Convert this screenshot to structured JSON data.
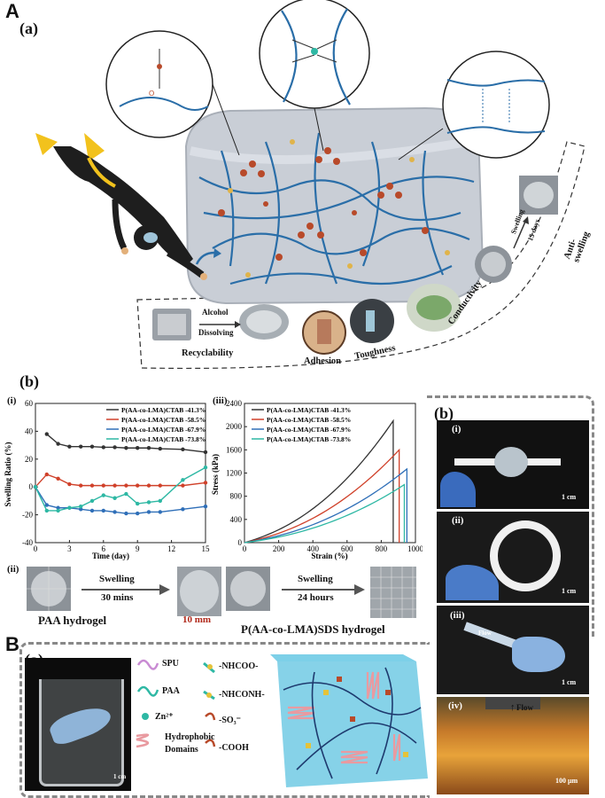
{
  "panel_A": {
    "letter": "A",
    "sub": "(a)",
    "features": {
      "recyclability": "Recyclability",
      "alcohol": "Alcohol",
      "dissolving": "Dissolving",
      "adhesion": "Adhesion",
      "toughness": "Toughness",
      "conductivity": "Conductivity",
      "swelling": "Swelling",
      "days": "15 days",
      "anti_swelling": "Anti-swelling"
    }
  },
  "panel_A_b": {
    "sub": "(b)",
    "swelling_chart": {
      "roman": "(i)",
      "chart_data": {
        "type": "line",
        "xlabel": "Time (day)",
        "ylabel": "Swelling Ratio (%)",
        "xlim": [
          0,
          15
        ],
        "ylim": [
          -40,
          60
        ],
        "xticks": [
          "0",
          "3",
          "6",
          "9",
          "12",
          "15"
        ],
        "yticks": [
          "-40",
          "-20",
          "0",
          "20",
          "40",
          "60"
        ],
        "legend_position": "top-right",
        "series": [
          {
            "name": "P(AA-co-LMA)CTAB -41.3%",
            "color": "#333333",
            "x": [
              1,
              2,
              3,
              4,
              5,
              6,
              7,
              8,
              9,
              10,
              11,
              13,
              15
            ],
            "y": [
              38,
              31,
              29,
              29,
              29,
              28.5,
              28.5,
              28,
              28,
              28,
              27.5,
              27,
              25
            ]
          },
          {
            "name": "P(AA-co-LMA)CTAB -58.5%",
            "color": "#d0412a",
            "x": [
              0,
              1,
              2,
              3,
              4,
              5,
              6,
              7,
              8,
              9,
              10,
              11,
              13,
              15
            ],
            "y": [
              0,
              9,
              6,
              2,
              1,
              1,
              1,
              1,
              1,
              1,
              1,
              1,
              1,
              3
            ]
          },
          {
            "name": "P(AA-co-LMA)CTAB -67.9%",
            "color": "#2f6fb8",
            "x": [
              0,
              1,
              2,
              3,
              4,
              5,
              6,
              7,
              8,
              9,
              10,
              11,
              13,
              15
            ],
            "y": [
              0,
              -13,
              -15,
              -15,
              -16,
              -17,
              -17,
              -18,
              -19,
              -19,
              -18,
              -18,
              -16,
              -14
            ]
          },
          {
            "name": "P(AA-co-LMA)CTAB -73.8%",
            "color": "#2eb8a4",
            "x": [
              0,
              1,
              2,
              3,
              4,
              5,
              6,
              7,
              8,
              9,
              10,
              11,
              13,
              15
            ],
            "y": [
              0,
              -17,
              -17,
              -15,
              -14,
              -10,
              -6,
              -8,
              -5,
              -12,
              -11,
              -10,
              5,
              14
            ]
          }
        ]
      }
    },
    "stress_chart": {
      "roman": "(iii)",
      "chart_data": {
        "type": "line",
        "xlabel": "Strain (%)",
        "ylabel": "Stress (kPa)",
        "xlim": [
          0,
          1000
        ],
        "ylim": [
          0,
          2400
        ],
        "xticks": [
          "0",
          "200",
          "400",
          "600",
          "800",
          "1000"
        ],
        "yticks": [
          "0",
          "400",
          "800",
          "1200",
          "1600",
          "2000",
          "2400"
        ],
        "legend_position": "top-left",
        "series": [
          {
            "name": "P(AA-co-LMA)CTAB -41.3%",
            "color": "#333333",
            "break_x": 870,
            "peak": 2100
          },
          {
            "name": "P(AA-co-LMA)CTAB -58.5%",
            "color": "#d0412a",
            "break_x": 905,
            "peak": 1600
          },
          {
            "name": "P(AA-co-LMA)CTAB -67.9%",
            "color": "#2f6fb8",
            "break_x": 950,
            "peak": 1270
          },
          {
            "name": "P(AA-co-LMA)CTAB -73.8%",
            "color": "#2eb8a4",
            "break_x": 935,
            "peak": 1000
          }
        ]
      }
    },
    "row_ii": {
      "roman": "(ii)",
      "arrow1_top": "Swelling",
      "arrow1_bottom": "30 mins",
      "arrow2_top": "Swelling",
      "arrow2_bottom": "24 hours",
      "label_left": "PAA hydrogel",
      "scale": "10 mm",
      "label_right": "P(AA-co-LMA)SDS hydrogel"
    }
  },
  "panel_right_b": {
    "sub": "(b)",
    "photos": [
      {
        "roman": "(i)",
        "scale": "1 cm"
      },
      {
        "roman": "(ii)",
        "scale": "1 cm"
      },
      {
        "roman": "(iii)",
        "scale": "1 cm",
        "flow": "Flow"
      },
      {
        "roman": "(iv)",
        "scale": "100 μm",
        "flow": "Flow"
      }
    ]
  },
  "panel_B": {
    "letter": "B",
    "sub": "(a)",
    "beaker_scale": "1 cm",
    "legend": {
      "spu": "SPU",
      "paa": "PAA",
      "zn": "Zn²⁺",
      "hydrophobic_1": "Hydrophobic",
      "hydrophobic_2": "Domains",
      "nhcoo": "-NHCOO-",
      "nhconh": "-NHCONH-",
      "so3": "-SO₃⁻",
      "cooh": "-COOH"
    }
  },
  "colors": {
    "black_series": "#333333",
    "red_series": "#d0412a",
    "blue_series": "#2f6fb8",
    "teal_series": "#2eb8a4",
    "dash": "#888888"
  }
}
